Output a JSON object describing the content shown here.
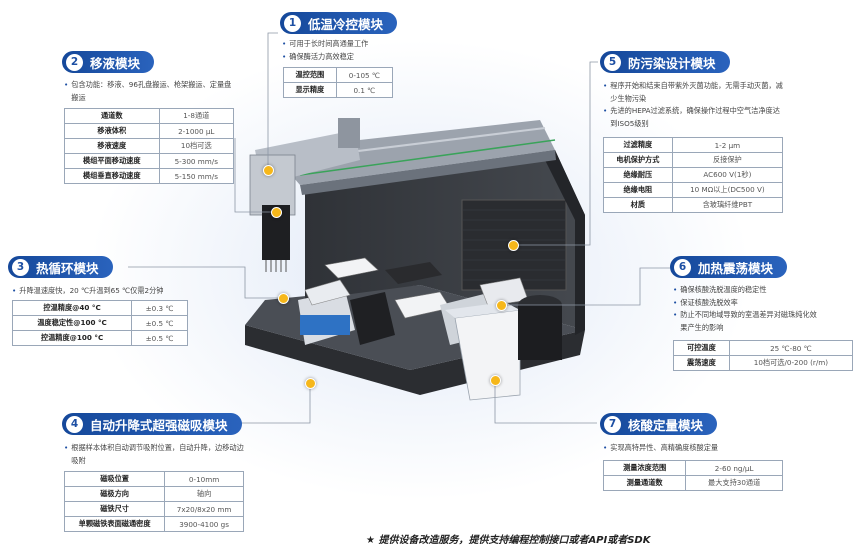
{
  "modules": [
    {
      "num": "1",
      "title": "低温冷控模块",
      "bullets": [
        "可用于长时间高通量工作",
        "确保酶活力高效稳定"
      ],
      "rows": [
        [
          "温控范围",
          "0-105 ℃"
        ],
        [
          "显示精度",
          "0.1 ℃"
        ]
      ]
    },
    {
      "num": "2",
      "title": "移液模块",
      "bullets": [
        "包含功能：移液、96孔盘搬运、枪架搬运、定量盘搬运"
      ],
      "rows": [
        [
          "通道数",
          "1-8通道"
        ],
        [
          "移液体积",
          "2-1000 μL"
        ],
        [
          "移液速度",
          "10档可选"
        ],
        [
          "模组平面移动速度",
          "5-300 mm/s"
        ],
        [
          "模组垂直移动速度",
          "5-150 mm/s"
        ]
      ]
    },
    {
      "num": "3",
      "title": "热循环模块",
      "bullets": [
        "升降温速度快，20 ℃升温到65 ℃仅需2分钟"
      ],
      "rows": [
        [
          "控温精度@40 °C",
          "±0.3 ℃"
        ],
        [
          "温度稳定性@100 °C",
          "±0.5 ℃"
        ],
        [
          "控温精度@100 °C",
          "±0.5 ℃"
        ]
      ]
    },
    {
      "num": "4",
      "title": "自动升降式超强磁吸模块",
      "bullets": [
        "根据样本体积自动调节吸附位置，自动升降，边移动边吸附"
      ],
      "rows": [
        [
          "磁吸位置",
          "0-10mm"
        ],
        [
          "磁极方向",
          "轴向"
        ],
        [
          "磁铁尺寸",
          "7x20/8x20 mm"
        ],
        [
          "单颗磁铁表面磁通密度",
          "3900-4100 gs"
        ]
      ]
    },
    {
      "num": "5",
      "title": "防污染设计模块",
      "bullets": [
        "程序开始和结束自带紫外灭菌功能，无需手动灭菌，减少生物污染",
        "先进的HEPA过滤系统，确保操作过程中空气洁净度达到ISO5级别"
      ],
      "rows": [
        [
          "过滤精度",
          "1-2 μm"
        ],
        [
          "电机保护方式",
          "反接保护"
        ],
        [
          "绝缘耐压",
          "AC600 V(1秒)"
        ],
        [
          "绝缘电阻",
          "10 MΩ以上(DC500 V)"
        ],
        [
          "材质",
          "含玻璃纤维PBT"
        ]
      ]
    },
    {
      "num": "6",
      "title": "加热震荡模块",
      "bullets": [
        "确保核酸洗脱温度的稳定性",
        "保证核酸洗脱效率",
        "防止不同地域导致的室温差异对磁珠纯化效果产生的影响"
      ],
      "rows": [
        [
          "可控温度",
          "25 ℃-80 ℃"
        ],
        [
          "震荡速度",
          "10档可选/0-200 (r/m)"
        ]
      ]
    },
    {
      "num": "7",
      "title": "核酸定量模块",
      "bullets": [
        "实现高特异性、高精确度核酸定量"
      ],
      "rows": [
        [
          "测量浓度范围",
          "2-60 ng/μL"
        ],
        [
          "测量通道数",
          "最大支持30通道"
        ]
      ]
    }
  ],
  "footer": "★  提供设备改造服务，提供支持编程控制接口或者API或者SDK",
  "colors": {
    "accent": "#1d4fa3",
    "marker": "#f6b71a",
    "machine_body": "#3a3d42"
  }
}
